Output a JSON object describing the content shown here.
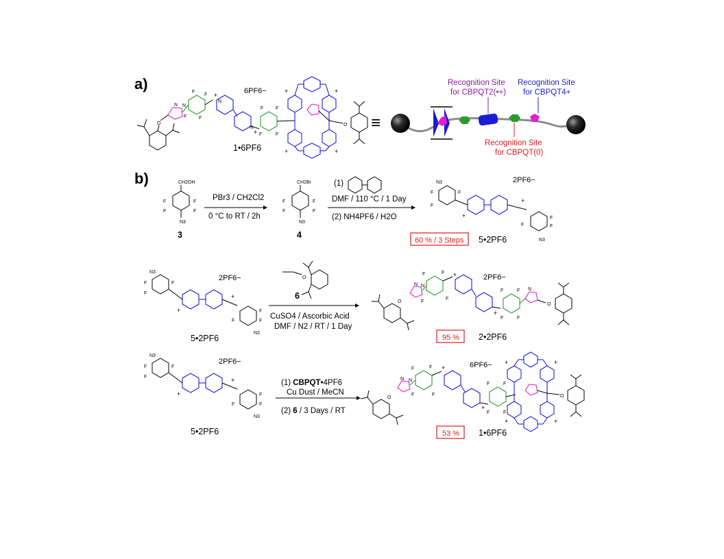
{
  "panel_a": {
    "label": "a)",
    "counterion": "6PF6−",
    "compound": "1•6PF6",
    "equiv_symbol": "≡",
    "site_purple": {
      "line1": "Recognition Site",
      "line2": "for CBPQT2(•+)"
    },
    "site_blue": {
      "line1": "Recognition Site",
      "line2": "for CBPQT4+"
    },
    "site_red": {
      "line1": "Recognition Site",
      "line2": "for CBPQT(0)"
    },
    "colors": {
      "purple": "#8a1a9b",
      "blue": "#1c1cd6",
      "red": "#e01b1b",
      "green": "#2e9a2e",
      "magenta": "#e020d0"
    }
  },
  "panel_b": {
    "label": "b)",
    "row1": {
      "cmpd3": "3",
      "cmpd4": "4",
      "step1_top": "PBr3 / CH2Cl2",
      "step1_bottom": "0 °C to RT / 2h",
      "step2_top1": "(1)",
      "step2_top2": "DMF / 110 °C / 1 Day",
      "step2_bottom": "(2) NH4PF6 / H2O",
      "product": "5•2PF6",
      "counterion": "2PF6−",
      "yield": "60 % / 3 Steps",
      "sub_ch2oh": "CH2OH",
      "sub_ch2br": "CH2Br"
    },
    "row2": {
      "start": "5•2PF6",
      "counterion": "2PF6−",
      "reagent": "6",
      "cond1": "CuSO4 / Ascorbic Acid",
      "cond2": "DMF / N2 / RT / 1 Day",
      "product": "2•2PF6",
      "product_counterion": "2PF6−",
      "yield": "95 %"
    },
    "row3": {
      "start": "5•2PF6",
      "counterion": "2PF6−",
      "cond1a": "(1) ",
      "cond1b": "CBPQT",
      "cond1c": "•4PF6",
      "cond2": "Cu Dust / MeCN",
      "cond3a": "(2) ",
      "cond3b": "6",
      "cond3c": " / 3 Days / RT",
      "product": "1•6PF6",
      "product_counterion": "6PF6−",
      "yield": "53 %"
    }
  }
}
